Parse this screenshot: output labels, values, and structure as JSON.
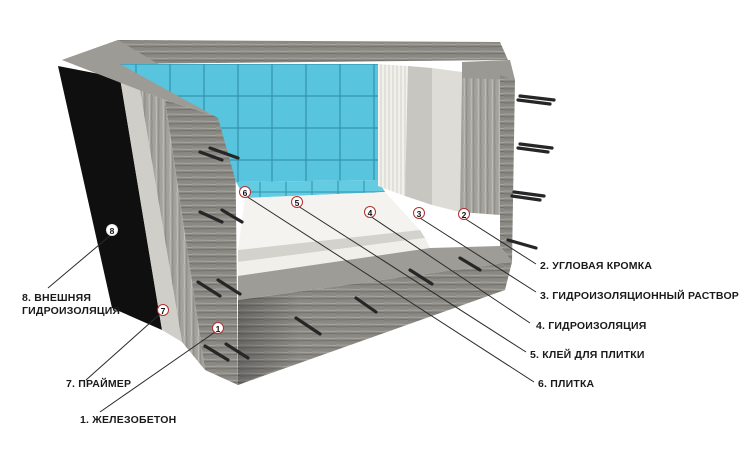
{
  "diagram": {
    "markers": [
      {
        "id": "1",
        "num": "1"
      },
      {
        "id": "2",
        "num": "2"
      },
      {
        "id": "3",
        "num": "3"
      },
      {
        "id": "4",
        "num": "4"
      },
      {
        "id": "5",
        "num": "5"
      },
      {
        "id": "6",
        "num": "6"
      },
      {
        "id": "7",
        "num": "7"
      },
      {
        "id": "8",
        "num": "8"
      }
    ],
    "labels": {
      "l1": "1. ЖЕЛЕЗОБЕТОН",
      "l2": "2. УГЛОВАЯ КРОМКА",
      "l3": "3. ГИДРОИЗОЛЯЦИОННЫЙ РАСТВОР",
      "l4": "4. ГИДРОИЗОЛЯЦИЯ",
      "l5": "5. КЛЕЙ ДЛЯ ПЛИТКИ",
      "l6": "6. ПЛИТКА",
      "l7": "7. ПРАЙМЕР",
      "l8a": "8. ВНЕШНЯЯ",
      "l8b": "ГИДРОИЗОЛЯЦИЯ"
    },
    "colors": {
      "concrete": "#8a8882",
      "concrete_dark": "#5e5c57",
      "tile": "#55c3dc",
      "membrane": "#111111",
      "primer": "#c9c8c2",
      "rebar": "#2a2a2a",
      "marker_border": "#b03030"
    }
  }
}
